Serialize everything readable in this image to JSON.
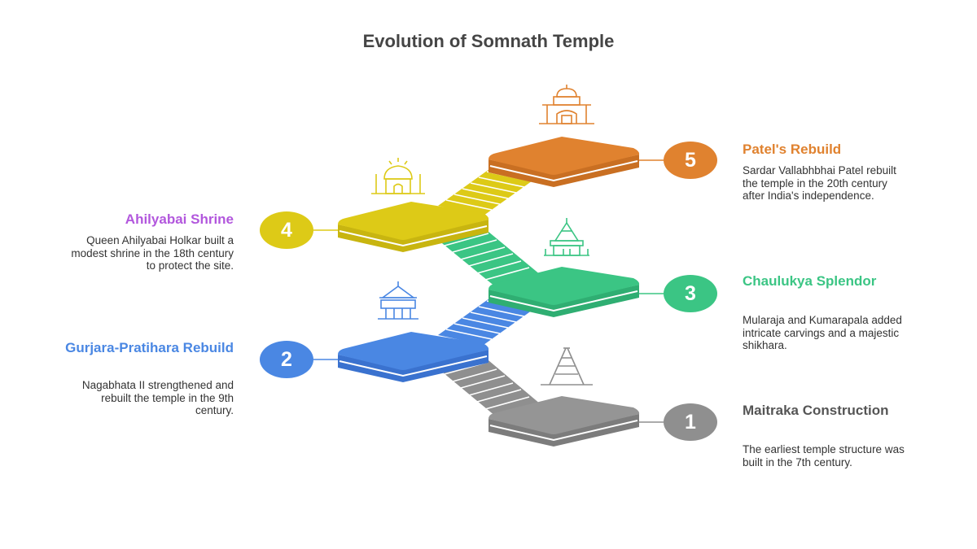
{
  "title": "Evolution of Somnath Temple",
  "colors": {
    "gray": "#8f8f8f",
    "blue": "#4a87e3",
    "green": "#3bc584",
    "yellow": "#ddca17",
    "orange": "#e0822f",
    "gray_label": "#555555",
    "blue_label": "#4a87e3",
    "green_label": "#3bc584",
    "purple_label": "#b257dd",
    "orange_label": "#e0822f"
  },
  "steps": [
    {
      "number": "1",
      "title": "Maitraka Construction",
      "description": "The earliest temple structure was built in the 7th century.",
      "icon": "stupa-tower-icon"
    },
    {
      "number": "2",
      "title": "Gurjara-Pratihara Rebuild",
      "description": "Nagabhata II strengthened and rebuilt the temple in the 9th century.",
      "icon": "pavilion-temple-icon"
    },
    {
      "number": "3",
      "title": "Chaulukya Splendor",
      "description": "Mularaja and Kumarapala added intricate carvings and a majestic shikhara.",
      "icon": "shikhara-temple-icon"
    },
    {
      "number": "4",
      "title": "Ahilyabai Shrine",
      "description": "Queen Ahilyabai Holkar built a modest shrine in the 18th century to protect the site.",
      "icon": "domed-shrine-icon"
    },
    {
      "number": "5",
      "title": "Patel's Rebuild",
      "description": "Sardar Vallabhbhai Patel rebuilt the temple in the 20th century after India's independence.",
      "icon": "modern-temple-icon"
    }
  ]
}
